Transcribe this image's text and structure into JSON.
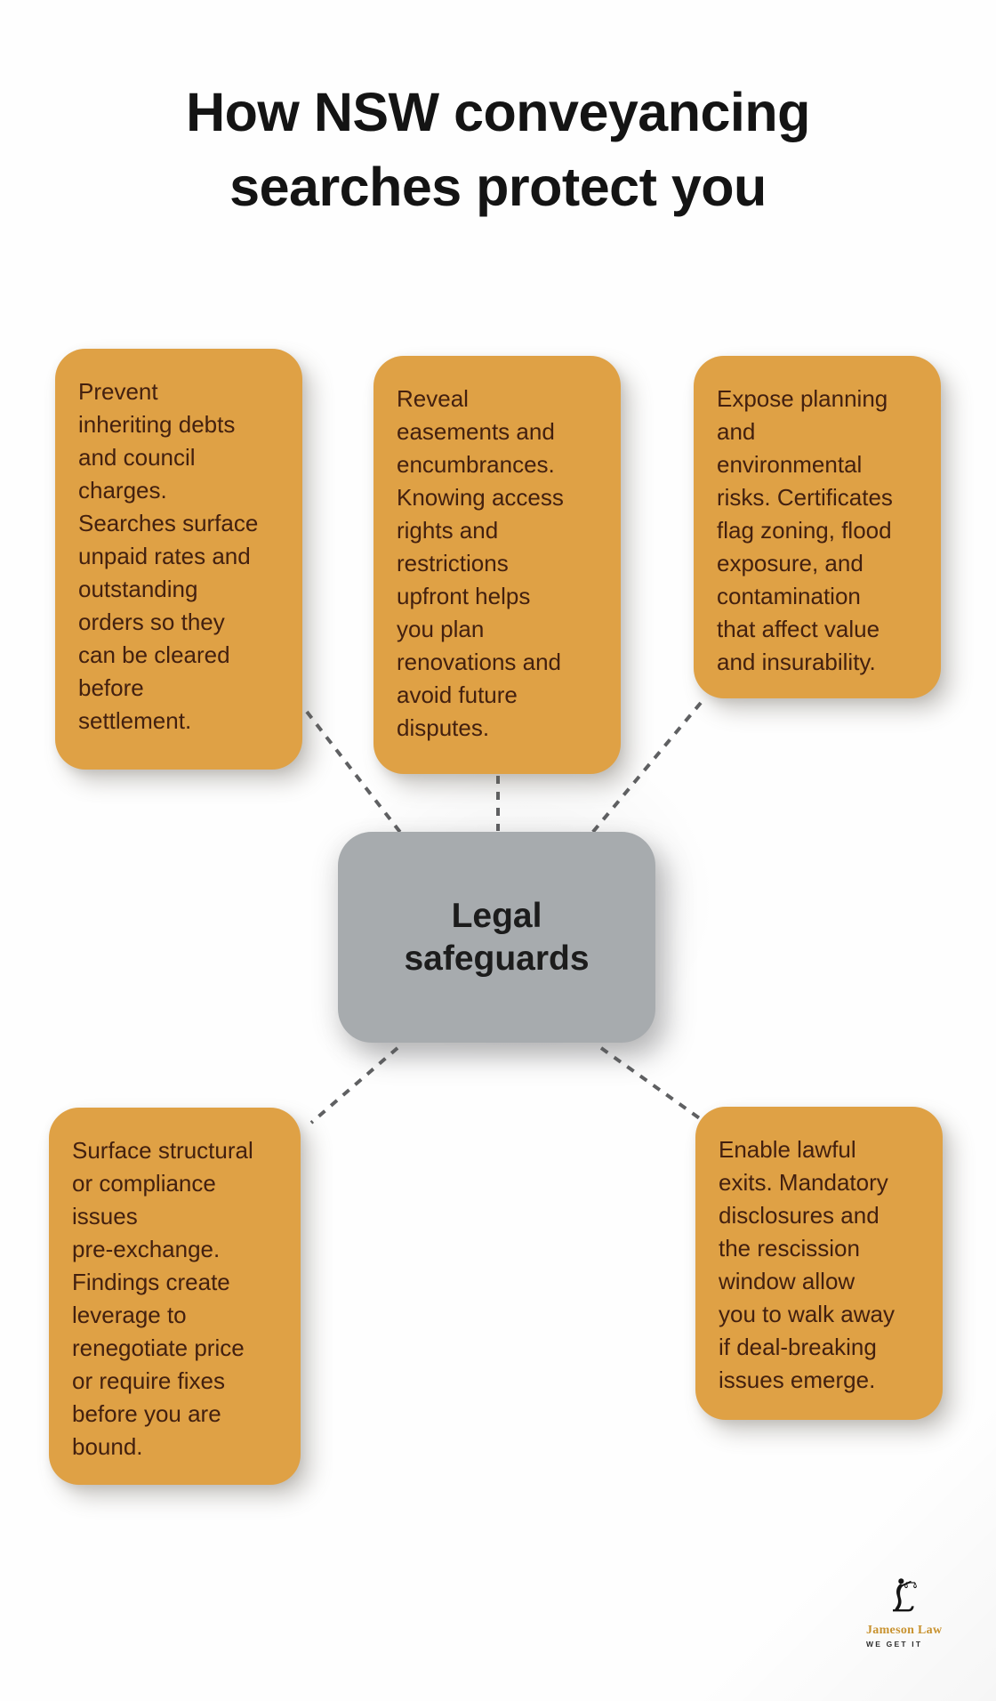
{
  "title": "How NSW conveyancing\nsearches protect you",
  "center_node": {
    "label": "Legal\nsafeguards"
  },
  "cards": [
    {
      "id": "council-debts",
      "text": "Prevent\ninheriting debts\nand council\ncharges.\nSearches surface\nunpaid rates and\noutstanding\norders so they\ncan be cleared\nbefore\nsettlement."
    },
    {
      "id": "easements",
      "text": "Reveal\neasements and\nencumbrances.\nKnowing access\nrights and\nrestrictions\nupfront helps\nyou plan\nrenovations and\navoid future\ndisputes."
    },
    {
      "id": "planning-risks",
      "text": "Expose planning\nand\nenvironmental\nrisks. Certificates\nflag zoning, flood\nexposure, and\ncontamination\nthat affect value\nand insurability."
    },
    {
      "id": "structural-issues",
      "text": "Surface structural\nor compliance\nissues\npre-exchange.\nFindings create\nleverage to\nrenegotiate price\nor require fixes\nbefore you are\nbound."
    },
    {
      "id": "lawful-exits",
      "text": "Enable lawful\nexits. Mandatory\ndisclosures and\nthe rescission\nwindow allow\nyou to walk away\nif deal-breaking\nissues emerge."
    }
  ],
  "logo": {
    "name": "Jameson Law",
    "tagline": "WE GET IT",
    "icon": "lady-justice-scales-icon"
  },
  "theme": {
    "page_bg": "#fefefe",
    "title_color": "#141414",
    "card_bg": "#dfa145",
    "card_text": "#43200f",
    "center_bg": "#a7abae",
    "center_text": "#1c1c1c",
    "connector_color": "#5f6062",
    "logo_gold": "#c8922f",
    "logo_dark": "#141414"
  }
}
